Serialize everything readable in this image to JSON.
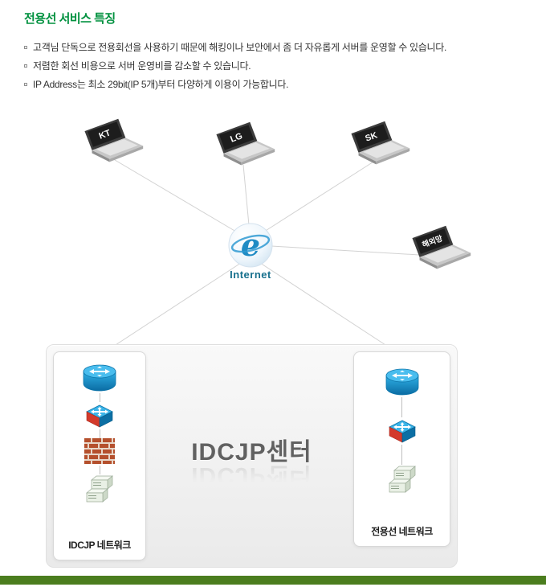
{
  "header": {
    "title": "전용선 서비스 특징",
    "bullets": [
      {
        "text": "고객님 단독으로 전용회선을 사용하기 때문에 해킹이나 보안에서 좀 더 자유롭게 서버를 운영할 수 있습니다."
      },
      {
        "text": "저렴한 회선 비용으로 서버 운영비를 감소할 수 있습니다."
      },
      {
        "text": "IP Address는 최소 29bit(IP 5개)부터 다양하게 이용이 가능합니다."
      }
    ]
  },
  "diagram": {
    "laptops": [
      {
        "id": "kt",
        "label": "KT"
      },
      {
        "id": "lg",
        "label": "LG"
      },
      {
        "id": "sk",
        "label": "SK"
      },
      {
        "id": "overseas",
        "label": "해외망"
      }
    ],
    "internet": {
      "label": "Internet",
      "logo": "e"
    },
    "datacenter": {
      "title": "IDCJP센터",
      "left_panel_label": "IDCJP 네트워크",
      "right_panel_label": "전용선 네트워크"
    },
    "icons": {
      "laptop": "laptop-icon",
      "internet_globe": "internet-explorer-globe-icon",
      "router": "router-icon",
      "switch": "switch-icon",
      "firewall": "firewall-icon",
      "server": "server-icon"
    }
  },
  "colors": {
    "title-green": "#00913f",
    "footer-green": "#4b7d1e",
    "internet-blue": "#17708d",
    "line-gray": "#d2d2d2"
  }
}
